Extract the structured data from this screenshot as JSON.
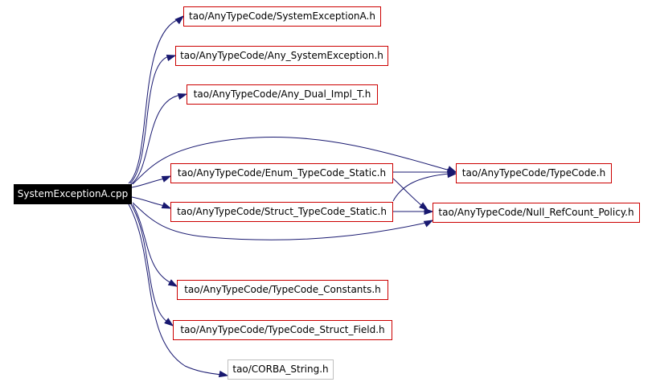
{
  "diagram": {
    "type": "include-dependency-graph",
    "colors": {
      "root_fill": "#000000",
      "root_text": "#ffffff",
      "node_border": "#cc0000",
      "plain_border": "#bfbfbf",
      "edge": "#191970"
    },
    "nodes": [
      {
        "id": "root",
        "label": "SystemExceptionA.cpp",
        "style": "root"
      },
      {
        "id": "sysexc",
        "label": "tao/AnyTypeCode/SystemExceptionA.h",
        "style": "normal"
      },
      {
        "id": "anysys",
        "label": "tao/AnyTypeCode/Any_SystemException.h",
        "style": "normal"
      },
      {
        "id": "dual",
        "label": "tao/AnyTypeCode/Any_Dual_Impl_T.h",
        "style": "normal"
      },
      {
        "id": "enum",
        "label": "tao/AnyTypeCode/Enum_TypeCode_Static.h",
        "style": "normal"
      },
      {
        "id": "struct",
        "label": "tao/AnyTypeCode/Struct_TypeCode_Static.h",
        "style": "normal"
      },
      {
        "id": "typecode",
        "label": "tao/AnyTypeCode/TypeCode.h",
        "style": "normal"
      },
      {
        "id": "nullref",
        "label": "tao/AnyTypeCode/Null_RefCount_Policy.h",
        "style": "normal"
      },
      {
        "id": "consts",
        "label": "tao/AnyTypeCode/TypeCode_Constants.h",
        "style": "normal"
      },
      {
        "id": "field",
        "label": "tao/AnyTypeCode/TypeCode_Struct_Field.h",
        "style": "normal"
      },
      {
        "id": "corba",
        "label": "tao/CORBA_String.h",
        "style": "plain"
      }
    ],
    "edges": [
      {
        "from": "root",
        "to": "sysexc"
      },
      {
        "from": "root",
        "to": "anysys"
      },
      {
        "from": "root",
        "to": "dual"
      },
      {
        "from": "root",
        "to": "typecode"
      },
      {
        "from": "root",
        "to": "enum"
      },
      {
        "from": "root",
        "to": "struct"
      },
      {
        "from": "root",
        "to": "nullref"
      },
      {
        "from": "root",
        "to": "consts"
      },
      {
        "from": "root",
        "to": "field"
      },
      {
        "from": "root",
        "to": "corba"
      },
      {
        "from": "enum",
        "to": "typecode"
      },
      {
        "from": "enum",
        "to": "nullref"
      },
      {
        "from": "struct",
        "to": "typecode"
      },
      {
        "from": "struct",
        "to": "nullref"
      }
    ]
  }
}
